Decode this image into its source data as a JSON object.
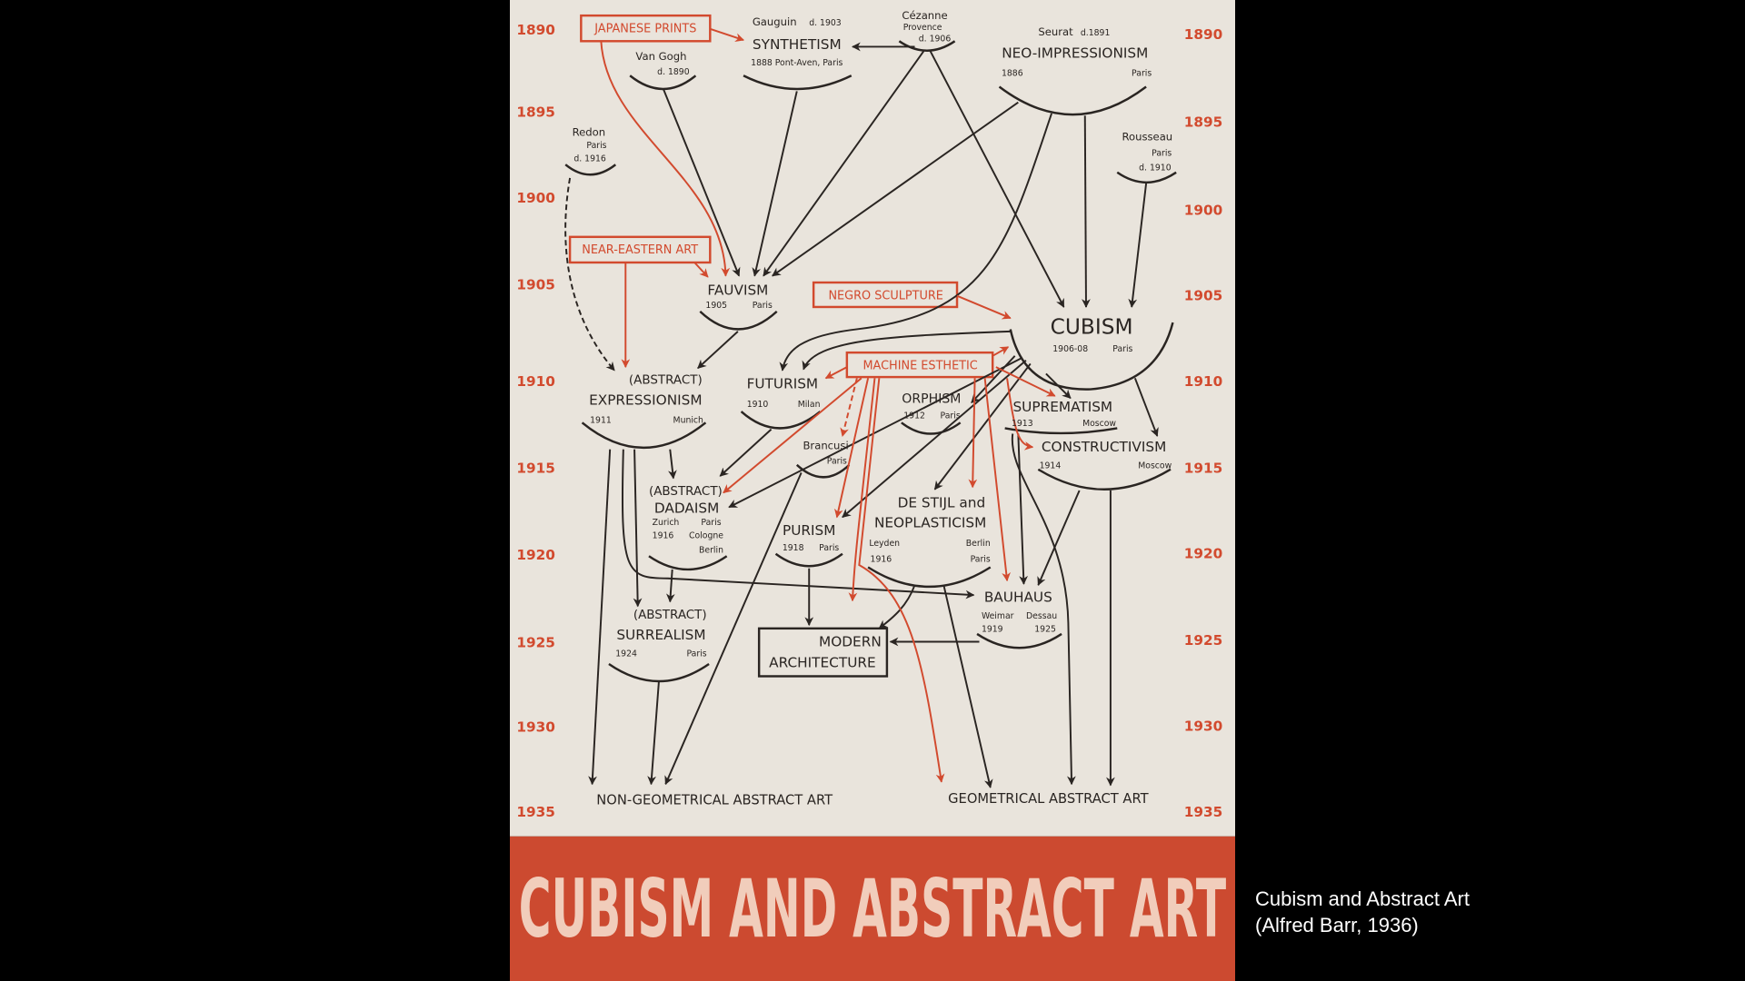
{
  "caption": {
    "line1": "Cubism and Abstract Art",
    "line2": "(Alfred Barr, 1936)"
  },
  "title": "CUBISM AND ABSTRACT ART",
  "years_left": [
    "1890",
    "1895",
    "1900",
    "1905",
    "1910",
    "1915",
    "1920",
    "1925",
    "1930",
    "1935"
  ],
  "years_right": [
    "1890",
    "1895",
    "1900",
    "1905",
    "1910",
    "1915",
    "1920",
    "1925",
    "1930",
    "1935"
  ],
  "influences": {
    "japanese_prints": "JAPANESE PRINTS",
    "near_eastern_art": "NEAR-EASTERN ART",
    "negro_sculpture": "NEGRO SCULPTURE",
    "machine_esthetic": "MACHINE ESTHETIC"
  },
  "artists": {
    "gauguin": {
      "name": "Gauguin",
      "note": "d. 1903"
    },
    "cezanne": {
      "name": "Cézanne",
      "place": "Provence",
      "note": "d. 1906"
    },
    "seurat": {
      "name": "Seurat",
      "note": "d.1891"
    },
    "van_gogh": {
      "name": "Van Gogh",
      "note": "d. 1890"
    },
    "redon": {
      "name": "Redon",
      "place": "Paris",
      "note": "d. 1916"
    },
    "rousseau": {
      "name": "Rousseau",
      "place": "Paris",
      "note": "d. 1910"
    },
    "brancusi": {
      "name": "Brancusi",
      "place": "Paris"
    }
  },
  "movements": {
    "synthetism": {
      "name": "SYNTHETISM",
      "meta": "1888  Pont-Aven, Paris"
    },
    "neo_impressionism": {
      "name": "NEO-IMPRESSIONISM",
      "year": "1886",
      "place": "Paris"
    },
    "fauvism": {
      "name": "FAUVISM",
      "year": "1905",
      "place": "Paris"
    },
    "cubism": {
      "name": "CUBISM",
      "year": "1906-08",
      "place": "Paris"
    },
    "expressionism": {
      "prefix": "(ABSTRACT)",
      "name": "EXPRESSIONISM",
      "year": "1911",
      "place": "Munich"
    },
    "futurism": {
      "name": "FUTURISM",
      "year": "1910",
      "place": "Milan"
    },
    "orphism": {
      "name": "ORPHISM",
      "year": "1912",
      "place": "Paris"
    },
    "suprematism": {
      "name": "SUPREMATISM",
      "year": "1913",
      "place": "Moscow"
    },
    "constructivism": {
      "name": "CONSTRUCTIVISM",
      "year": "1914",
      "place": "Moscow"
    },
    "dadaism": {
      "prefix": "(ABSTRACT)",
      "name": "DADAISM",
      "place1": "Zurich",
      "place2": "Paris",
      "year": "1916",
      "place3": "Cologne",
      "place4": "Berlin"
    },
    "de_stijl": {
      "name1": "DE STIJL and",
      "name2": "NEOPLASTICISM",
      "place1": "Leyden",
      "place2": "Berlin",
      "year": "1916",
      "place3": "Paris"
    },
    "purism": {
      "name": "PURISM",
      "year": "1918",
      "place": "Paris"
    },
    "bauhaus": {
      "name": "BAUHAUS",
      "place1": "Weimar",
      "place2": "Dessau",
      "year1": "1919",
      "year2": "1925"
    },
    "surrealism": {
      "prefix": "(ABSTRACT)",
      "name": "SURREALISM",
      "year": "1924",
      "place": "Paris"
    },
    "modern_architecture": {
      "line1": "MODERN",
      "line2": "ARCHITECTURE"
    }
  },
  "outcomes": {
    "non_geometrical": "NON-GEOMETRICAL ABSTRACT ART",
    "geometrical": "GEOMETRICAL ABSTRACT ART"
  },
  "colors": {
    "paper": "#e9e4dc",
    "ink": "#2a2522",
    "accent": "#d24a2e",
    "band": "#cc4a30",
    "title": "#f1cdbb"
  }
}
